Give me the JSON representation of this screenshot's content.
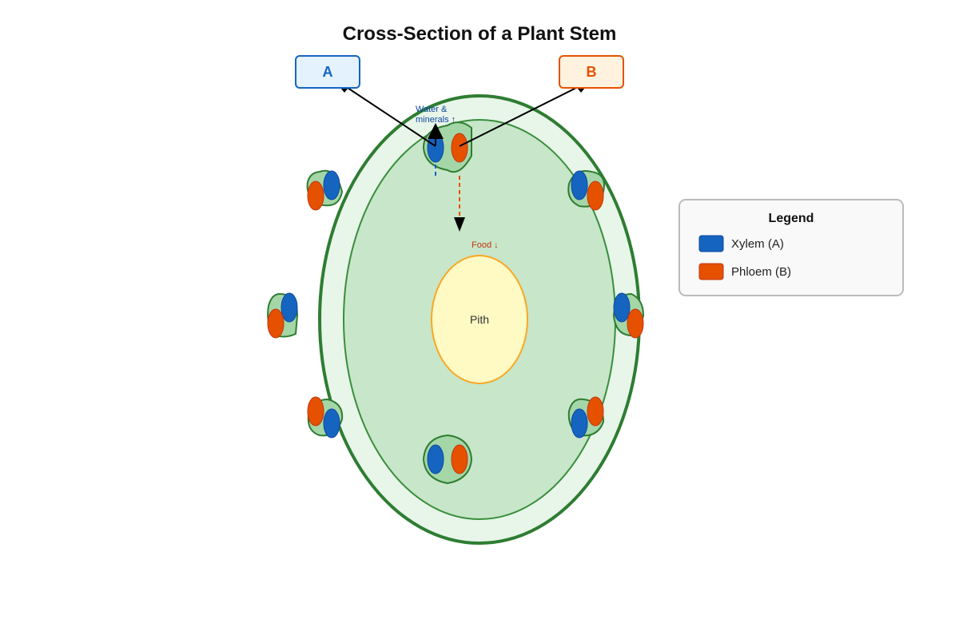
{
  "title": "Cross-Section of a Plant Stem",
  "labels": {
    "a": "A",
    "b": "B"
  },
  "annotations": {
    "water_line1": "Water &",
    "water_line2": "minerals ↑",
    "food": "Food ↓",
    "pith": "Pith"
  },
  "legend": {
    "title": "Legend",
    "items": [
      {
        "label": "Xylem (A)",
        "color": "#1565c0"
      },
      {
        "label": "Phloem (B)",
        "color": "#e65100"
      }
    ]
  },
  "colors": {
    "cortex_fill": "#e8f5e9",
    "cortex_stroke": "#2e7d32",
    "inner_fill": "#c8e6c9",
    "bundle_fill": "#a5d6a7",
    "pith_fill": "#fff9c4",
    "pith_stroke": "#f9a825",
    "xylem": "#1565c0",
    "phloem": "#e65100",
    "label_a_fill": "#e3f2fd",
    "label_a_stroke": "#1565c0",
    "label_b_fill": "#fff3e0",
    "label_b_stroke": "#e65100"
  }
}
